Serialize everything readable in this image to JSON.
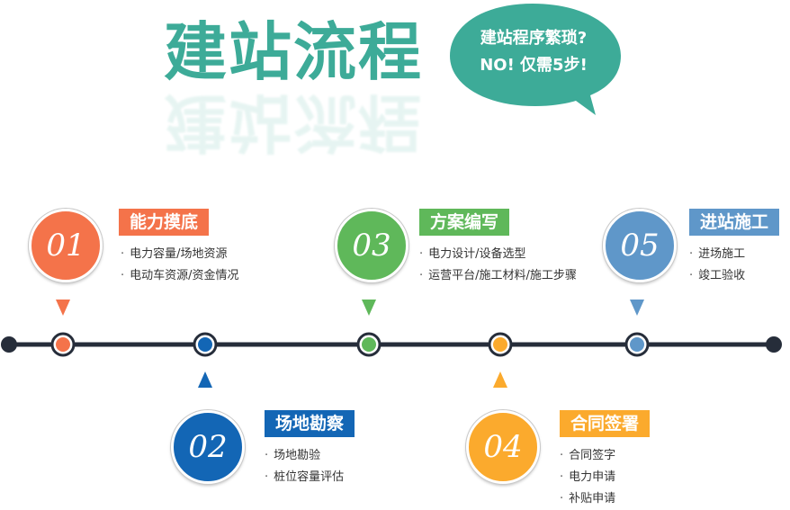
{
  "header": {
    "title": "建站流程",
    "bubble_line1": "建站程序繁琐?",
    "bubble_line2": "NO! 仅需5步!"
  },
  "colors": {
    "orange_red": "#f4734a",
    "blue": "#1366b5",
    "green": "#5fb85a",
    "yellow": "#fbaa2d",
    "steel_blue": "#5f97c9",
    "teal": "#3dab98",
    "line": "#262d3a"
  },
  "steps": [
    {
      "number": "01",
      "title": "能力摸底",
      "items": [
        "电力容量/场地资源",
        "电动车资源/资金情况"
      ]
    },
    {
      "number": "02",
      "title": "场地勘察",
      "items": [
        "场地勘验",
        "桩位容量评估"
      ]
    },
    {
      "number": "03",
      "title": "方案编写",
      "items": [
        "电力设计/设备选型",
        "运营平台/施工材料/施工步骤"
      ]
    },
    {
      "number": "04",
      "title": "合同签署",
      "items": [
        "合同签字",
        "电力申请",
        "补贴申请"
      ]
    },
    {
      "number": "05",
      "title": "进站施工",
      "items": [
        "进场施工",
        "竣工验收"
      ]
    }
  ]
}
